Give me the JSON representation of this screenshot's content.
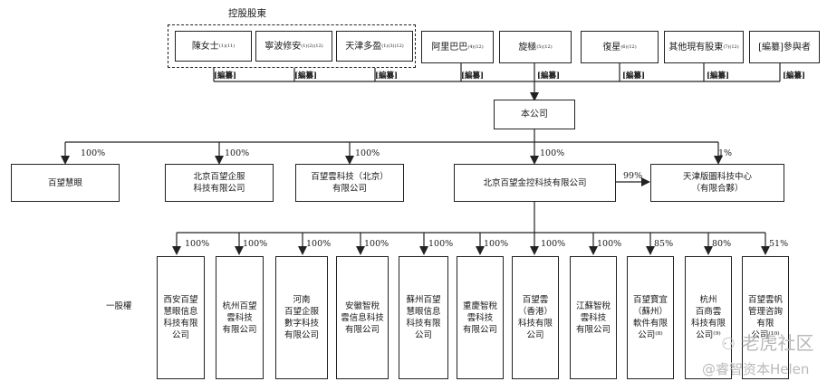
{
  "controlling_title": "控股股東",
  "shareholders": [
    {
      "name": "陳女士",
      "note": "(1)(11)",
      "tag": "[編纂]"
    },
    {
      "name": "寧波修安",
      "note": "(1)(2)(12)",
      "tag": "[編纂]"
    },
    {
      "name": "天津多盈",
      "note": "(1)(3)(12)",
      "tag": "[編纂]"
    },
    {
      "name": "阿里巴巴",
      "note": "(4)(12)",
      "tag": "[編纂]"
    },
    {
      "name": "旋極",
      "note": "(5)(12)",
      "tag": "[編纂]"
    },
    {
      "name": "復星",
      "note": "(6)(12)",
      "tag": "[編纂]"
    },
    {
      "name": "其他現有股東",
      "note": "(7)(12)",
      "tag": "[編纂]"
    },
    {
      "name": "[編纂]參與者",
      "note": "",
      "tag": "[編纂]"
    }
  ],
  "company": "本公司",
  "level1": [
    {
      "name": "百望慧眼",
      "pct": "100%"
    },
    {
      "name": "北京百望企服\n科技有限公司",
      "pct": "100%"
    },
    {
      "name": "百望雲科技（北京）\n有限公司",
      "pct": "100%"
    },
    {
      "name": "北京百望金控科技有限公司",
      "pct": "100%"
    },
    {
      "name": "天津版圖科技中心\n（有限合夥）",
      "pct": "1%"
    }
  ],
  "jinkong_to_tianjin_pct": "99%",
  "onshore_label": "一股權",
  "subsidiaries": [
    {
      "name": "西安百望\n慧眼信息\n科技有限\n公司",
      "pct": "100%"
    },
    {
      "name": "杭州百望\n雲科技\n有限公司",
      "pct": "100%"
    },
    {
      "name": "河南\n百望企服\n數字科技\n有限公司",
      "pct": "100%"
    },
    {
      "name": "安徽智稅\n雲信息科技\n有限公司",
      "pct": "100%"
    },
    {
      "name": "蘇州百望\n慧眼信息\n科技有限\n公司",
      "pct": "100%"
    },
    {
      "name": "重慶智稅\n雲科技\n有限公司",
      "pct": "100%"
    },
    {
      "name": "百望雲\n（香港）\n科技有限\n公司",
      "pct": "100%"
    },
    {
      "name": "江蘇智稅\n雲科技\n有限公司",
      "pct": "100%"
    },
    {
      "name": "百望寶宜\n（蘇州）\n軟件有限\n公司⁽⁸⁾",
      "pct": "85%"
    },
    {
      "name": "杭州\n百商雲\n科技有限\n公司⁽⁹⁾",
      "pct": "80%"
    },
    {
      "name": "百望雲帆\n管理咨詢\n有限\n公司⁽¹⁰⁾",
      "pct": "51%"
    }
  ],
  "watermark": {
    "logo": "老虎社区",
    "handle": "@睿智资本Helen"
  }
}
